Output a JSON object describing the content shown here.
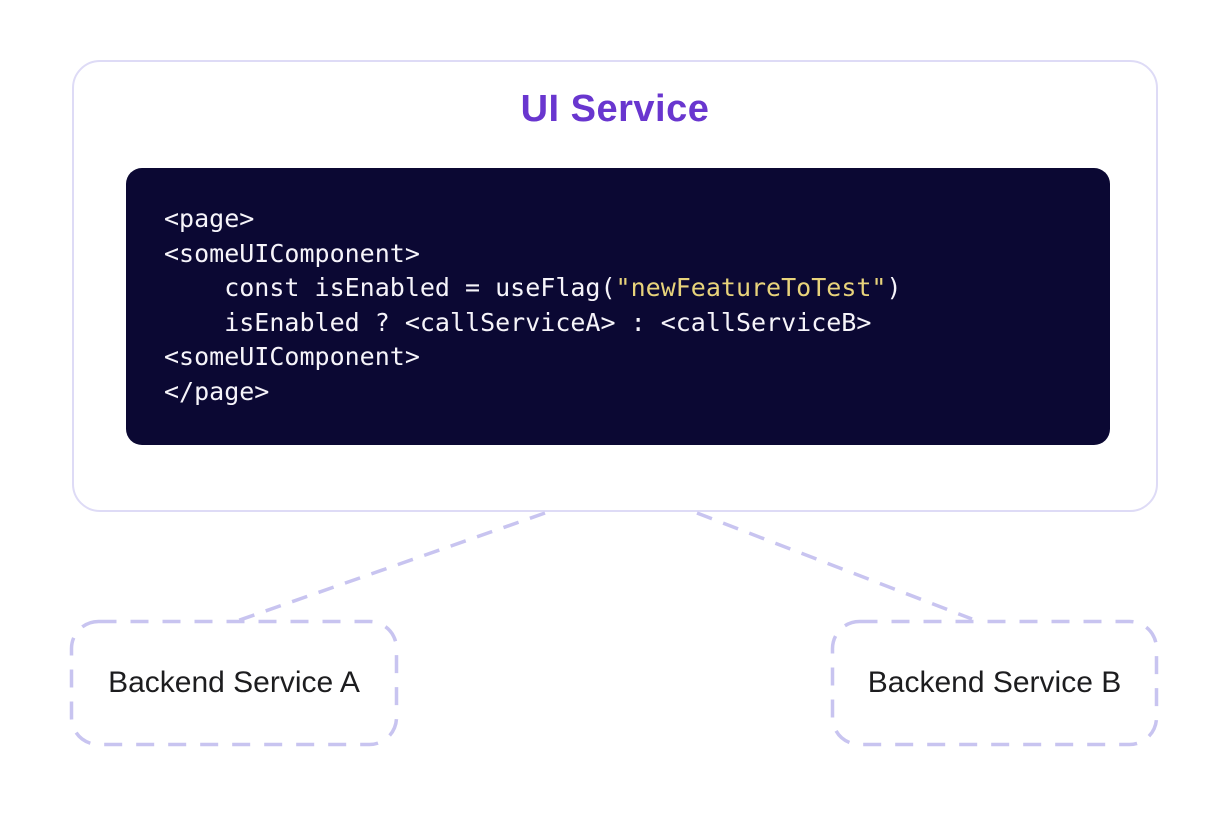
{
  "colors": {
    "accent_purple": "#6936cf",
    "lavender_solid_border": "#dedbf6",
    "lavender_dashed": "#c8c4f0",
    "code_background": "#0b0833",
    "code_text": "#f6f4fa",
    "code_string": "#e8d37b",
    "backend_text": "#1d1d1f"
  },
  "ui_service": {
    "title": "UI Service",
    "code": {
      "line1": "<page>",
      "line2": "<someUIComponent>",
      "line3_pre": "    const isEnabled = useFlag(",
      "line3_string": "\"newFeatureToTest\"",
      "line3_post": ")",
      "line4": "    isEnabled ? <callServiceA> : <callServiceB>",
      "line5": "<someUIComponent>",
      "line6": "</page>"
    }
  },
  "backend_services": {
    "a_label": "Backend Service A",
    "b_label": "Backend Service B"
  }
}
